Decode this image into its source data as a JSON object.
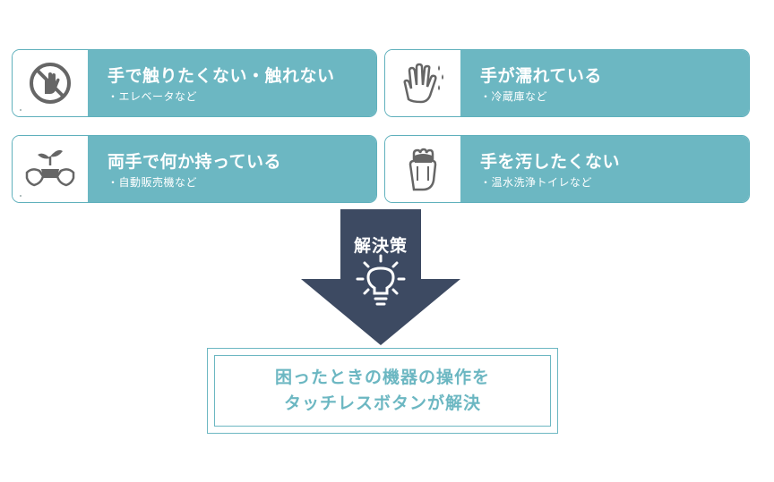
{
  "cards": [
    {
      "title": "手で触りたくない・触れない",
      "sub": "・エレベータなど",
      "icon": "no-touch-icon"
    },
    {
      "title": "手が濡れている",
      "sub": "・冷蔵庫など",
      "icon": "wet-hand-icon"
    },
    {
      "title": "両手で何か持っている",
      "sub": "・自動販売機など",
      "icon": "hands-holding-icon"
    },
    {
      "title": "手を汚したくない",
      "sub": "・温水洗浄トイレなど",
      "icon": "dirty-hand-icon"
    }
  ],
  "arrow": {
    "label": "解決策",
    "icon": "lightbulb-icon"
  },
  "solution": {
    "line1": "困ったときの機器の操作を",
    "line2": "タッチレスボタンが解決"
  },
  "colors": {
    "accent": "#6cb7c2",
    "arrow": "#3d4a62",
    "icon_gray": "#666666"
  }
}
